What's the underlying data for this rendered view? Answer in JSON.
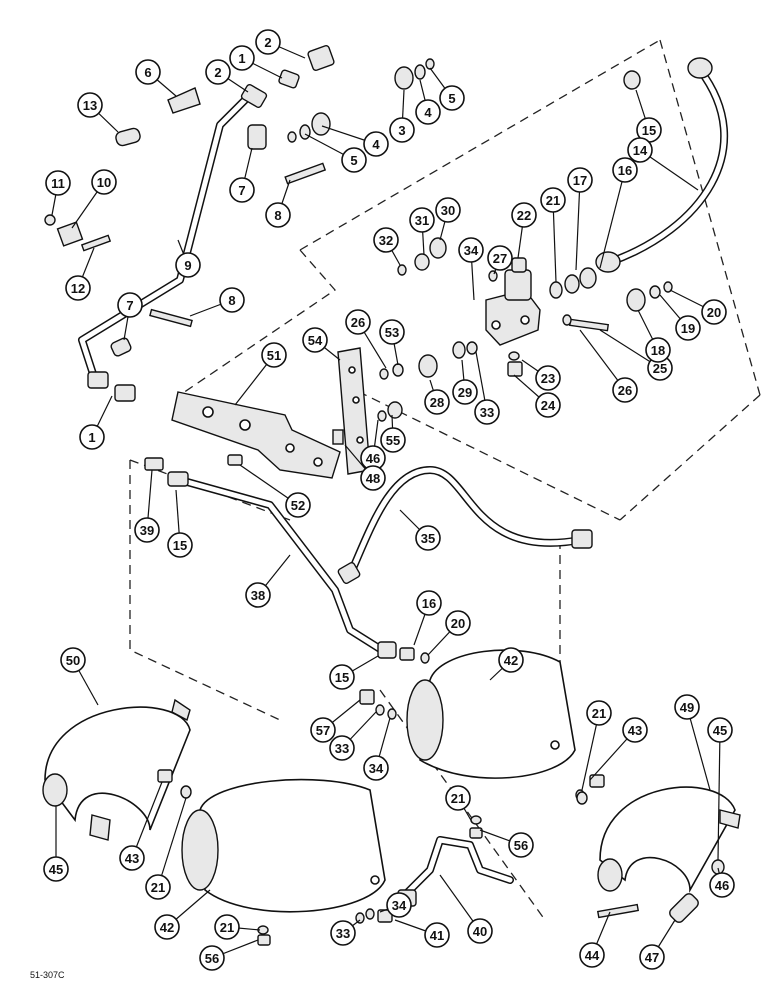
{
  "drawing_code": "51-307C",
  "callouts": [
    "1",
    "2",
    "3",
    "4",
    "5",
    "6",
    "7",
    "8",
    "9",
    "10",
    "11",
    "12",
    "13",
    "14",
    "15",
    "16",
    "17",
    "18",
    "19",
    "20",
    "21",
    "22",
    "23",
    "24",
    "25",
    "26",
    "27",
    "28",
    "29",
    "30",
    "31",
    "32",
    "33",
    "34",
    "35",
    "38",
    "39",
    "40",
    "41",
    "42",
    "43",
    "44",
    "45",
    "46",
    "47",
    "48",
    "49",
    "50",
    "51",
    "52",
    "53",
    "54",
    "55",
    "56",
    "57"
  ]
}
